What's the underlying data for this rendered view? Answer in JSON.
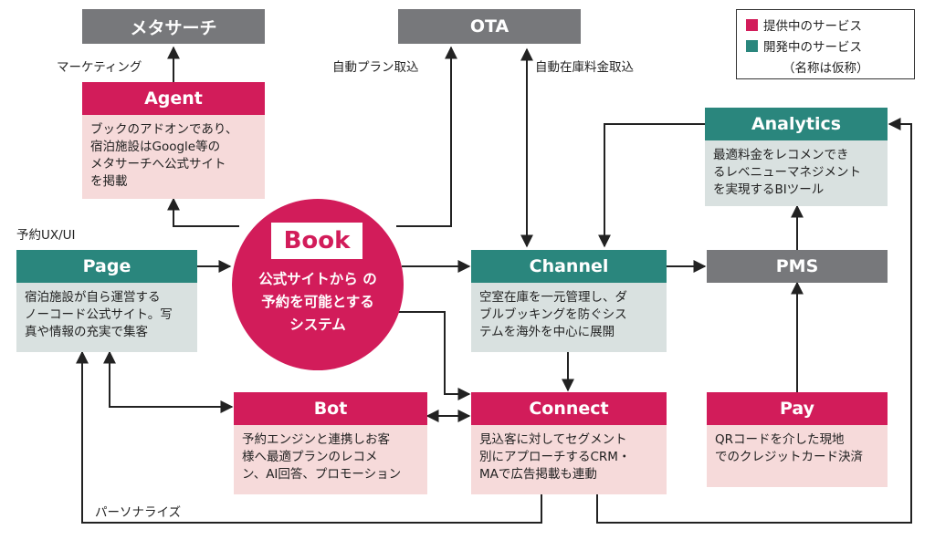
{
  "legend": {
    "provided": "提供中のサービス",
    "developing": "開発中のサービス",
    "note": "（名称は仮称）",
    "colors": {
      "provided": "#d21c5a",
      "developing": "#2a867d"
    }
  },
  "nodes": {
    "metasearch": {
      "title": "メタサーチ"
    },
    "ota": {
      "title": "OTA"
    },
    "agent": {
      "title": "Agent",
      "desc": "ブックのアドオンであり、\n宿泊施設はGoogle等の\nメタサーチへ公式サイト\nを掲載"
    },
    "analytics": {
      "title": "Analytics",
      "desc": "最適料金をレコメンでき\nるレベニューマネジメント\nを実現するBIツール"
    },
    "book": {
      "title": "Book",
      "desc": "公式サイトから の\n予約を可能とする\nシステム"
    },
    "page": {
      "title": "Page",
      "desc": "宿泊施設が自ら運営する\nノーコード公式サイト。写\n真や情報の充実で集客"
    },
    "channel": {
      "title": "Channel",
      "desc": "空室在庫を一元管理し、ダ\nブルブッキングを防ぐシス\nテムを海外を中心に展開"
    },
    "pms": {
      "title": "PMS"
    },
    "bot": {
      "title": "Bot",
      "desc": "予約エンジンと連携しお客\n様へ最適プランのレコメ\nン、AI回答、プロモーション"
    },
    "connect": {
      "title": "Connect",
      "desc": "見込客に対してセグメント\n別にアプローチするCRM・\nMAで広告掲載も連動"
    },
    "pay": {
      "title": "Pay",
      "desc": "QRコードを介した現地\nでのクレジットカード決済"
    }
  },
  "labels": {
    "marketing": "マーケティング",
    "auto_plan": "自動プラン取込",
    "auto_inventory": "自動在庫料金取込",
    "reservation_ux": "予約UX/UI",
    "personalize": "パーソナライズ"
  }
}
